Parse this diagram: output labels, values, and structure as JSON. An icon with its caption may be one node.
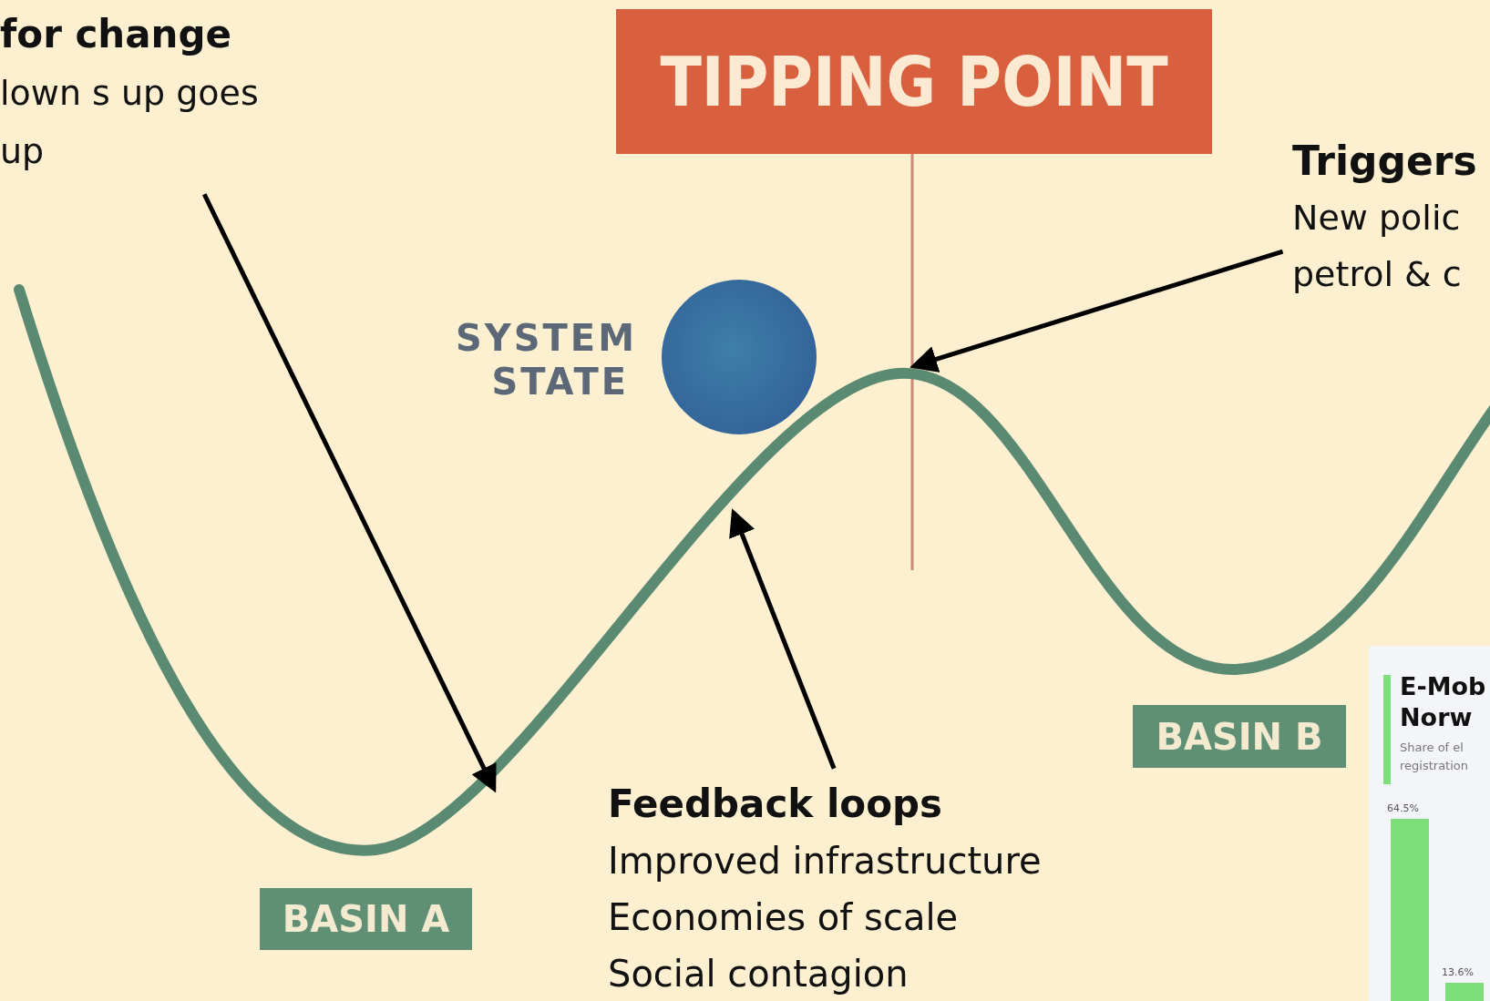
{
  "diagram": {
    "nodes": [
      {
        "text": [
          "for change",
          "lown s up goes up"
        ]
      },
      {
        "text": [
          "TIPPING POINT"
        ]
      },
      {
        "text": [
          "Triggers",
          "New polic petrol & c"
        ]
      },
      {
        "text": [
          "SYSTEM STATE"
        ]
      },
      {
        "text": [
          "Feedback loops",
          "Improved infrastructure Economies of scale Social contagion"
        ]
      },
      {
        "text": [
          "BASIN A"
        ]
      },
      {
        "text": [
          "BASIN B"
        ]
      },
      {
        "text": [
          "E-Mob Norw",
          "Share of el registration"
        ]
      }
    ],
    "edges": [
      {
        "from": 0,
        "to": null,
        "arrow": "to"
      },
      {
        "from": 2,
        "to": null,
        "arrow": "to"
      },
      {
        "from": 4,
        "to": null,
        "arrow": "to"
      }
    ],
    "labels": [
      "64.5%",
      "13.6%"
    ]
  }
}
